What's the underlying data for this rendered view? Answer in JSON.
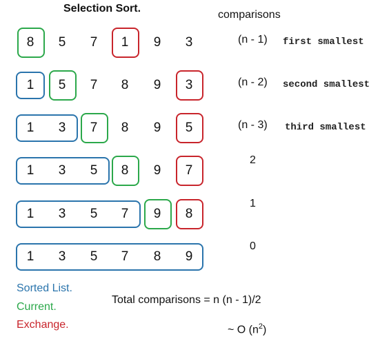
{
  "title": "Selection Sort.",
  "comparisons_header": "comparisons",
  "colors": {
    "sorted": "#2a74ac",
    "current": "#2ba84a",
    "exchange": "#c8242b"
  },
  "rows": [
    {
      "values": [
        "8",
        "5",
        "7",
        "1",
        "9",
        "3"
      ],
      "comparisons": "(n - 1)",
      "label": "first smallest",
      "sorted_count": 0,
      "current_index": 0,
      "exchange_index": 3
    },
    {
      "values": [
        "1",
        "5",
        "7",
        "8",
        "9",
        "3"
      ],
      "comparisons": "(n - 2)",
      "label": "second smallest",
      "sorted_count": 1,
      "current_index": 1,
      "exchange_index": 5
    },
    {
      "values": [
        "1",
        "3",
        "7",
        "8",
        "9",
        "5"
      ],
      "comparisons": "(n - 3)",
      "label": "third smallest",
      "sorted_count": 2,
      "current_index": 2,
      "exchange_index": 5
    },
    {
      "values": [
        "1",
        "3",
        "5",
        "8",
        "9",
        "7"
      ],
      "comparisons": "2",
      "label": "",
      "sorted_count": 3,
      "current_index": 3,
      "exchange_index": 5
    },
    {
      "values": [
        "1",
        "3",
        "5",
        "7",
        "9",
        "8"
      ],
      "comparisons": "1",
      "label": "",
      "sorted_count": 4,
      "current_index": 4,
      "exchange_index": 5
    },
    {
      "values": [
        "1",
        "3",
        "5",
        "7",
        "8",
        "9"
      ],
      "comparisons": "0",
      "label": "",
      "sorted_count": 6,
      "current_index": null,
      "exchange_index": null
    }
  ],
  "legend": {
    "sorted": "Sorted List.",
    "current": "Current.",
    "exchange": "Exchange."
  },
  "total_comparisons": "Total comparisons = n (n - 1)/2",
  "complexity_prefix": "~ O (n",
  "complexity_exponent": "2",
  "complexity_suffix": ")"
}
